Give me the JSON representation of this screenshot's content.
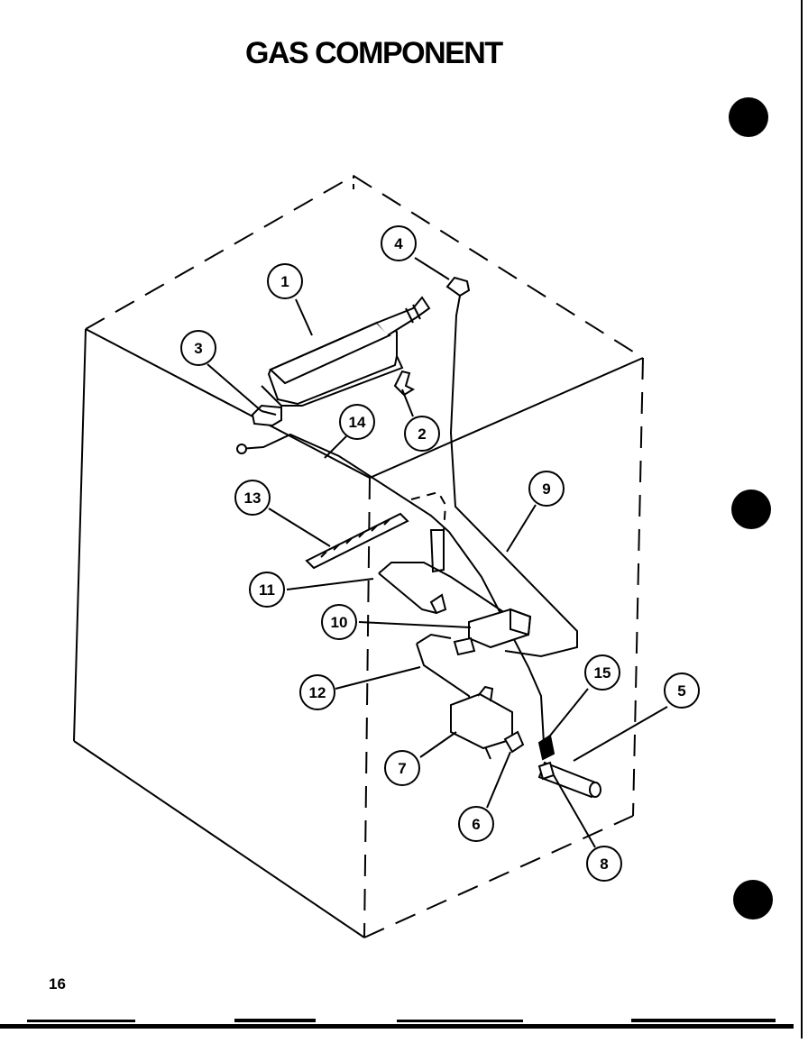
{
  "title": "GAS COMPONENT",
  "page_number": "16",
  "callouts": [
    "1",
    "2",
    "3",
    "4",
    "5",
    "6",
    "7",
    "8",
    "9",
    "10",
    "11",
    "12",
    "13",
    "14",
    "15"
  ],
  "colors": {
    "ink": "#000000",
    "paper": "#ffffff"
  }
}
